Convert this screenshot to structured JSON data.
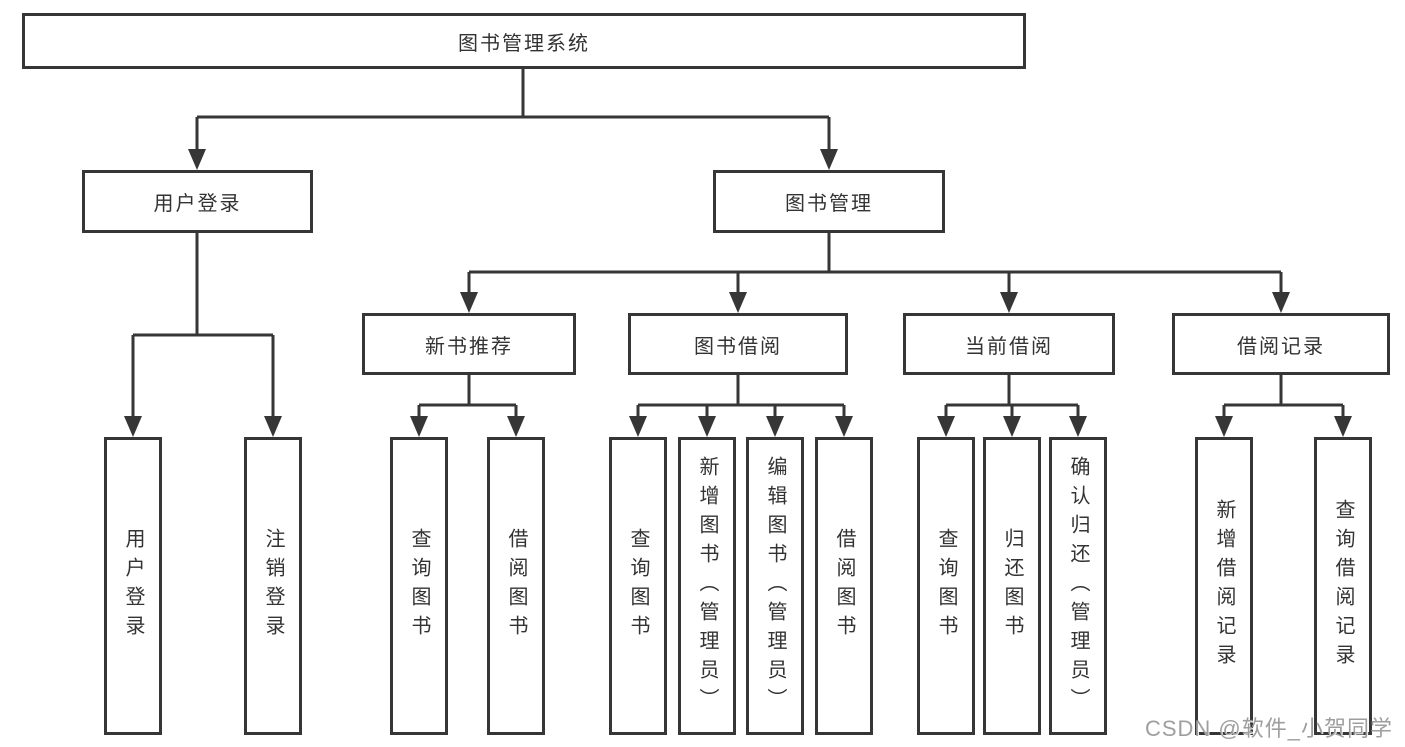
{
  "title": "图书管理系统",
  "watermark": {
    "text": "CSDN @软件_小贺同学"
  },
  "colors": {
    "line": "#363636",
    "text": "#333333",
    "background": "#ffffff",
    "watermark": "#9e9e9e"
  },
  "nodes": {
    "root": "图书管理系统",
    "user_login": "用户登录",
    "book_management": "图书管理",
    "new_book_recommend": "新书推荐",
    "book_borrowing": "图书借阅",
    "current_borrowing": "当前借阅",
    "borrowing_records": "借阅记录",
    "leaves": {
      "user_login": "用户登录",
      "logout": "注销登录",
      "query_books_1": "查询图书",
      "borrow_books_1": "借阅图书",
      "query_books_2": "查询图书",
      "add_books_admin": "新增图书（管理员）",
      "edit_books_admin": "编辑图书（管理员）",
      "borrow_books_2": "借阅图书",
      "query_books_3": "查询图书",
      "return_books": "归还图书",
      "confirm_return_admin": "确认归还（管理员）",
      "add_borrow_record": "新增借阅记录",
      "query_borrow_record": "查询借阅记录"
    }
  }
}
